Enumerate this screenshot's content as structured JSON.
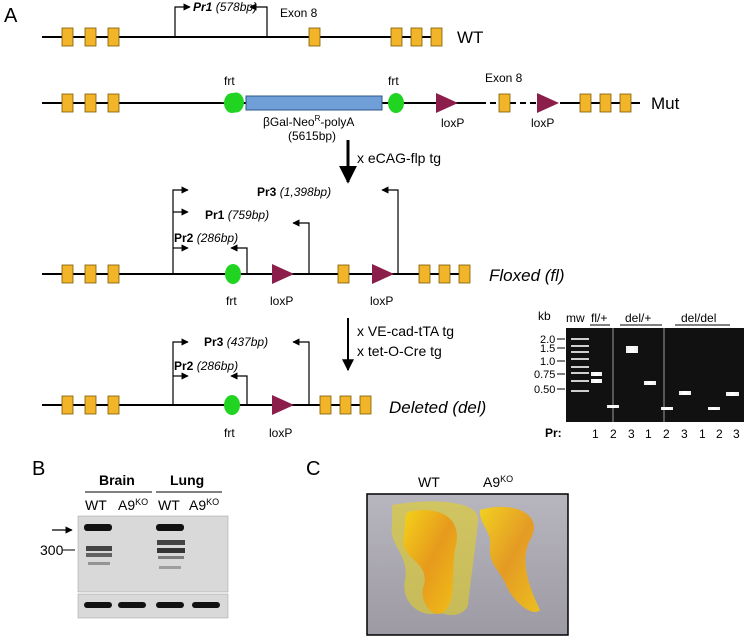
{
  "panels": {
    "a": "A",
    "b": "B",
    "c": "C"
  },
  "colors": {
    "exon": "#F2B52A",
    "exon_stroke": "#7A5A00",
    "frt": "#22D422",
    "loxp": "#8B1E4A",
    "neo_box": "#6F9FD6",
    "gel_bg": "#111111",
    "blot_bg": "#d9d9d9"
  },
  "wt_row": {
    "primer": "Pr1",
    "primer_size": "(578bp)",
    "exon_label": "Exon 8",
    "allele": "WT"
  },
  "mut_row": {
    "frt_left": "frt",
    "frt_right": "frt",
    "cassette_line1": "βGal-Neo",
    "cassette_sup": "R",
    "cassette_line1b": "-polyA",
    "cassette_line2": "(5615bp)",
    "exon_label": "Exon 8",
    "loxp_1": "loxP",
    "loxp_2": "loxP",
    "allele": "Mut"
  },
  "cross_1": "x eCAG-flp tg",
  "floxed_row": {
    "pr3": "Pr3",
    "pr3_size": "(1,398bp)",
    "pr1": "Pr1",
    "pr1_size": "(759bp)",
    "pr2": "Pr2",
    "pr2_size": "(286bp)",
    "frt": "frt",
    "loxp_1": "loxP",
    "loxp_2": "loxP",
    "allele": "Floxed (fl)"
  },
  "cross_2": [
    "x VE-cad-tTA tg",
    "x tet-O-Cre tg"
  ],
  "deleted_row": {
    "pr3": "Pr3",
    "pr3_size": "(437bp)",
    "pr2": "Pr2",
    "pr2_size": "(286bp)",
    "frt": "frt",
    "loxp": "loxP",
    "allele": "Deleted (del)"
  },
  "gel": {
    "kb_label": "kb",
    "mw_label": "mw",
    "markers": [
      "2.0",
      "1.5",
      "1.0",
      "0.75",
      "0.50"
    ],
    "groups": [
      "fl/+",
      "del/+",
      "del/del"
    ],
    "pr_label": "Pr:",
    "lanes": [
      "1",
      "2",
      "3",
      "1",
      "2",
      "3",
      "1",
      "2",
      "3"
    ]
  },
  "blot": {
    "tissues": [
      "Brain",
      "Lung"
    ],
    "genotypes": [
      "WT",
      "A9",
      "WT",
      "A9"
    ],
    "genotype_sup": [
      "",
      "KO",
      "",
      "KO"
    ],
    "size_marker": "300"
  },
  "photo": {
    "labels": [
      "WT",
      "A9"
    ],
    "label_sup": [
      "",
      "KO"
    ]
  }
}
